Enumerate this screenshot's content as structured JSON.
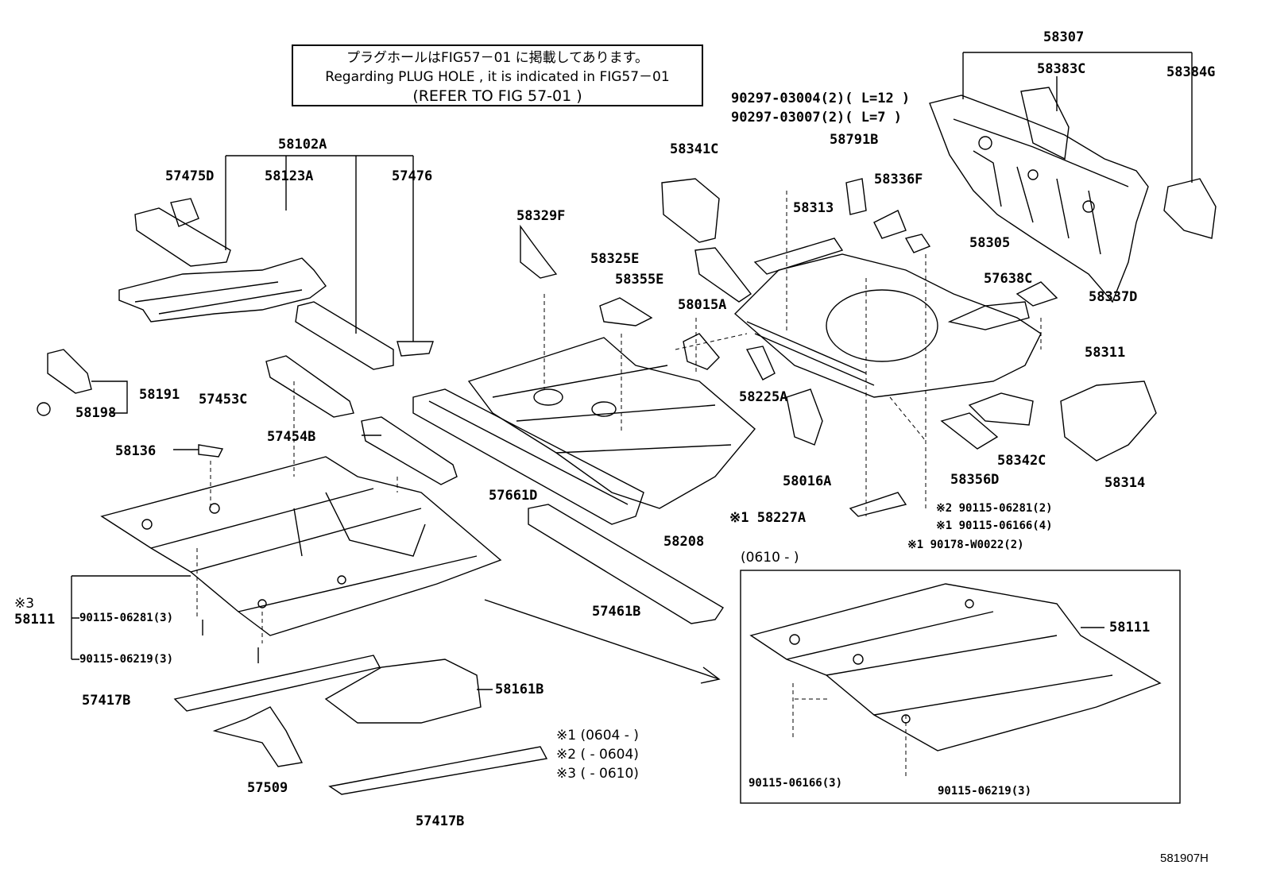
{
  "note": {
    "line1": "プラグホールはFIG57－01 に掲載してあります。",
    "line2": "Regarding  PLUG HOLE , it is indicated  in  FIG57－01",
    "line3": "(REFER TO FIG  57-01   )"
  },
  "parts": {
    "p58307": "58307",
    "p58383C": "58383C",
    "p58384G": "58384G",
    "b90297_03004": "90297-03004(2)( L=12 )",
    "b90297_03007": "90297-03007(2)( L=7  )",
    "p58102A": "58102A",
    "p57475D": "57475D",
    "p58123A": "58123A",
    "p57476": "57476",
    "p58341C": "58341C",
    "p58791B": "58791B",
    "p58336F": "58336F",
    "p58329F": "58329F",
    "p58313": "58313",
    "p58305": "58305",
    "p58325E": "58325E",
    "p58355E": "58355E",
    "p57638C": "57638C",
    "p58337D": "58337D",
    "p58015A": "58015A",
    "p58311": "58311",
    "p58191": "58191",
    "p58198": "58198",
    "p57453C": "57453C",
    "p58225A": "58225A",
    "p57454B": "57454B",
    "p58136": "58136",
    "p57661D": "57661D",
    "p58016A": "58016A",
    "p58356D": "58356D",
    "p58342C": "58342C",
    "p58314": "58314",
    "p58208": "58208",
    "p58227A": "※1 58227A",
    "b90115_06281_2": "※2  90115-06281(2)",
    "b90115_06166_4": "※1  90115-06166(4)",
    "b90178": "※1 90178-W0022(2)",
    "range0610": "(0610 -        )",
    "mark3": "※3",
    "p58111": "58111",
    "b90115_06281_3": "90115-06281(3)",
    "b90115_06219_3": "90115-06219(3)",
    "p57461B": "57461B",
    "p58111b": "58111",
    "p57417B": "57417B",
    "p58161B": "58161B",
    "p57509": "57509",
    "p57417B2": "57417B",
    "b90115_06166_3": "90115-06166(3)",
    "b90115_06219_3b": "90115-06219(3)"
  },
  "legend": {
    "l1": "※1 (0604 -        )",
    "l2": "※2 (        - 0604)",
    "l3": "※3 (        - 0610)"
  },
  "ref_code": "581907H"
}
